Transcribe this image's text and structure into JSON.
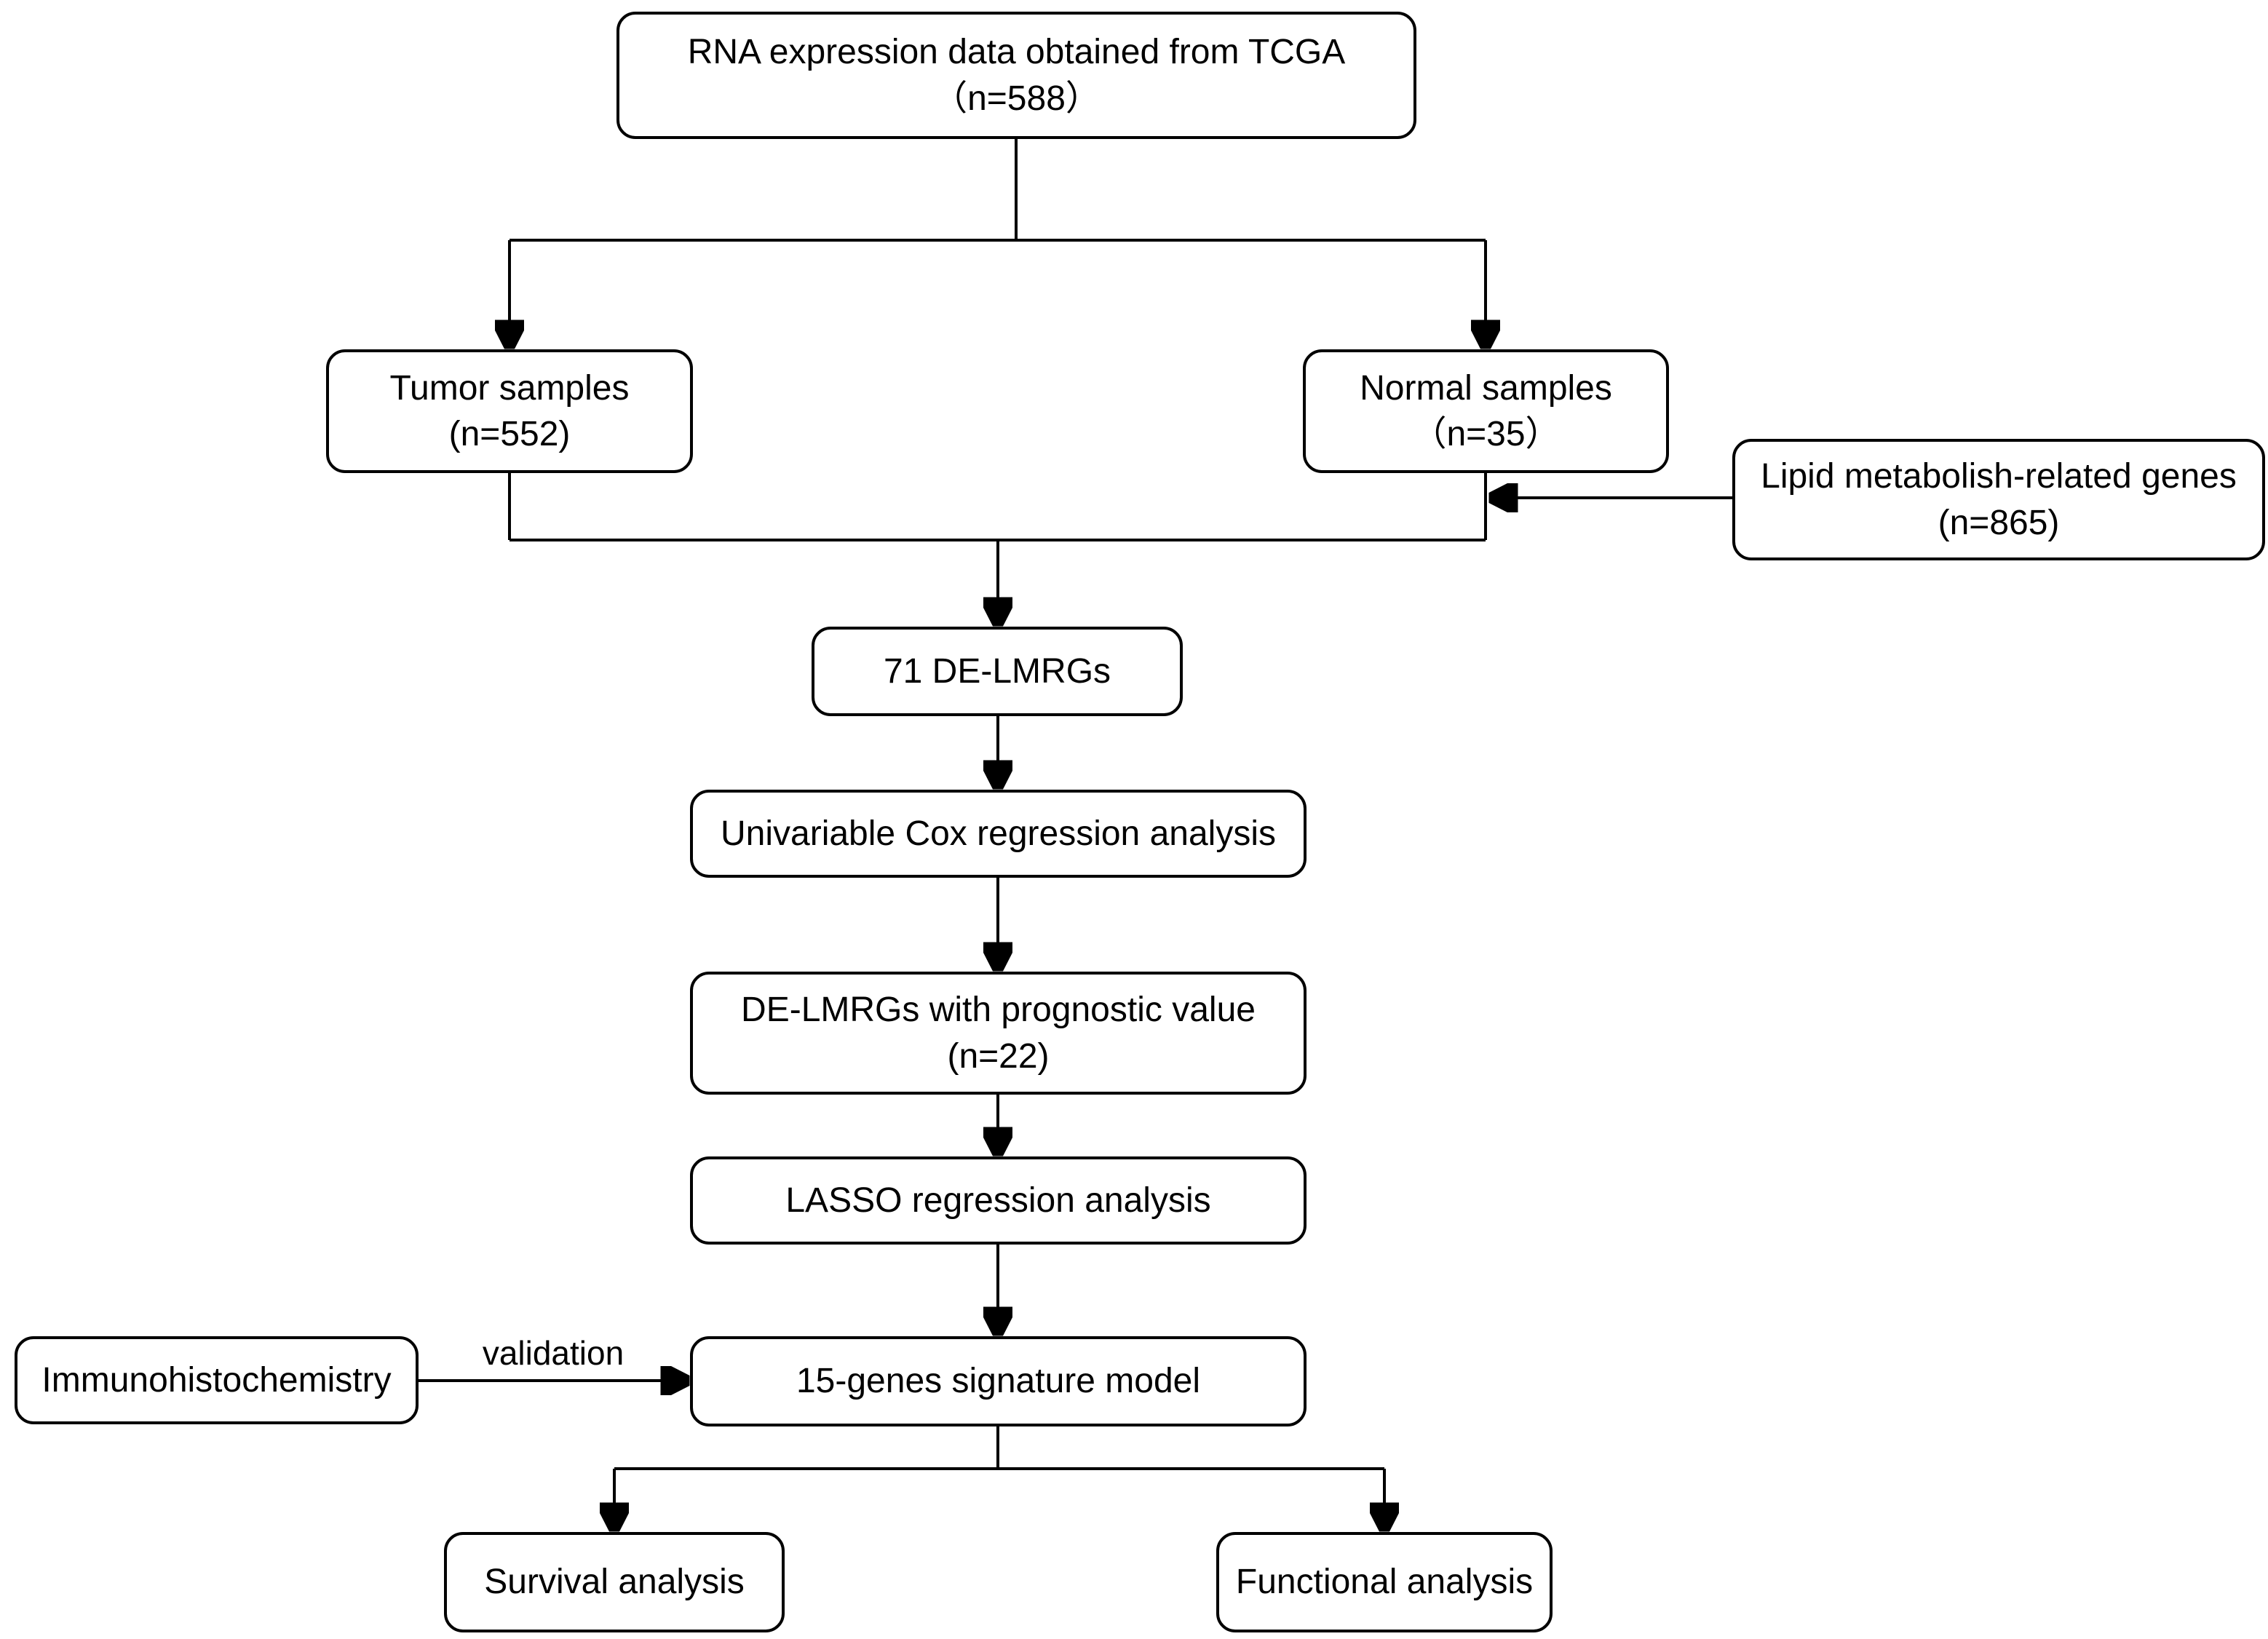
{
  "nodes": {
    "tcga": {
      "line1": "RNA expression data obtained from TCGA",
      "line2": "（n=588）"
    },
    "tumor": {
      "line1": "Tumor samples",
      "line2": "(n=552)"
    },
    "normal": {
      "line1": "Normal samples",
      "line2": "（n=35）"
    },
    "lipid": {
      "line1": "Lipid metabolish-related genes",
      "line2": "(n=865)"
    },
    "delmrgs": {
      "line1": "71 DE-LMRGs"
    },
    "cox": {
      "line1": "Univariable Cox regression analysis"
    },
    "prognostic": {
      "line1": "DE-LMRGs with prognostic value",
      "line2": "(n=22)"
    },
    "lasso": {
      "line1": "LASSO regression analysis"
    },
    "ihc": {
      "line1": "Immunohistochemistry"
    },
    "model": {
      "line1": "15-genes signature model"
    },
    "survival": {
      "line1": "Survival analysis"
    },
    "functional": {
      "line1": "Functional analysis"
    }
  },
  "labels": {
    "validation": "validation"
  },
  "colors": {
    "bg": "#ffffff",
    "box_fill": "#ffffff",
    "box_border": "#000000",
    "line_color": "#000000",
    "text_color": "#000000"
  }
}
